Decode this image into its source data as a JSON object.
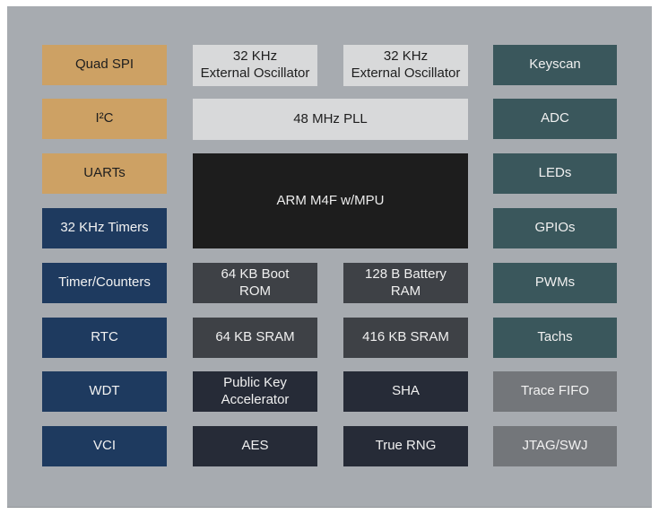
{
  "palette": {
    "page_background": "#ffffff",
    "panel_background": "#a7abb0",
    "tan": "#cda164",
    "navy": "#1e3a5f",
    "light_gray": "#d8d9da",
    "black": "#1d1d1d",
    "dark_gray": "#3e4146",
    "charcoal": "#262b37",
    "teal": "#3a575c",
    "medium_gray": "#73767a"
  },
  "blocks": [
    {
      "name": "quad-spi",
      "label": "Quad SPI",
      "color": "tan"
    },
    {
      "name": "i2c",
      "label": "I²C",
      "color": "tan"
    },
    {
      "name": "uarts",
      "label": "UARTs",
      "color": "tan"
    },
    {
      "name": "32khz-timers",
      "label": "32 KHz Timers",
      "color": "navy"
    },
    {
      "name": "timer-counters",
      "label": "Timer/Counters",
      "color": "navy"
    },
    {
      "name": "rtc",
      "label": "RTC",
      "color": "navy"
    },
    {
      "name": "wdt",
      "label": "WDT",
      "color": "navy"
    },
    {
      "name": "vci",
      "label": "VCI",
      "color": "navy"
    },
    {
      "name": "32khz-ext-osc-1",
      "label": "32 KHz\nExternal Oscillator",
      "color": "light"
    },
    {
      "name": "32khz-ext-osc-2",
      "label": "32 KHz\nExternal Oscillator",
      "color": "light"
    },
    {
      "name": "48mhz-pll",
      "label": "48 MHz PLL",
      "color": "light"
    },
    {
      "name": "arm-m4f",
      "label": "ARM M4F w/MPU",
      "color": "black"
    },
    {
      "name": "boot-rom",
      "label": "64 KB Boot\nROM",
      "color": "darkgray"
    },
    {
      "name": "battery-ram",
      "label": "128 B Battery\nRAM",
      "color": "darkgray"
    },
    {
      "name": "sram-64kb",
      "label": "64 KB SRAM",
      "color": "darkgray"
    },
    {
      "name": "sram-416kb",
      "label": "416 KB SRAM",
      "color": "darkgray"
    },
    {
      "name": "public-key-accelerator",
      "label": "Public Key\nAccelerator",
      "color": "charcoal"
    },
    {
      "name": "sha",
      "label": "SHA",
      "color": "charcoal"
    },
    {
      "name": "aes",
      "label": "AES",
      "color": "charcoal"
    },
    {
      "name": "true-rng",
      "label": "True RNG",
      "color": "charcoal"
    },
    {
      "name": "keyscan",
      "label": "Keyscan",
      "color": "teal"
    },
    {
      "name": "adc",
      "label": "ADC",
      "color": "teal"
    },
    {
      "name": "leds",
      "label": "LEDs",
      "color": "teal"
    },
    {
      "name": "gpios",
      "label": "GPIOs",
      "color": "teal"
    },
    {
      "name": "pwms",
      "label": "PWMs",
      "color": "teal"
    },
    {
      "name": "tachs",
      "label": "Tachs",
      "color": "teal"
    },
    {
      "name": "trace-fifo",
      "label": "Trace FIFO",
      "color": "gray"
    },
    {
      "name": "jtag-swj",
      "label": "JTAG/SWJ",
      "color": "gray"
    }
  ]
}
